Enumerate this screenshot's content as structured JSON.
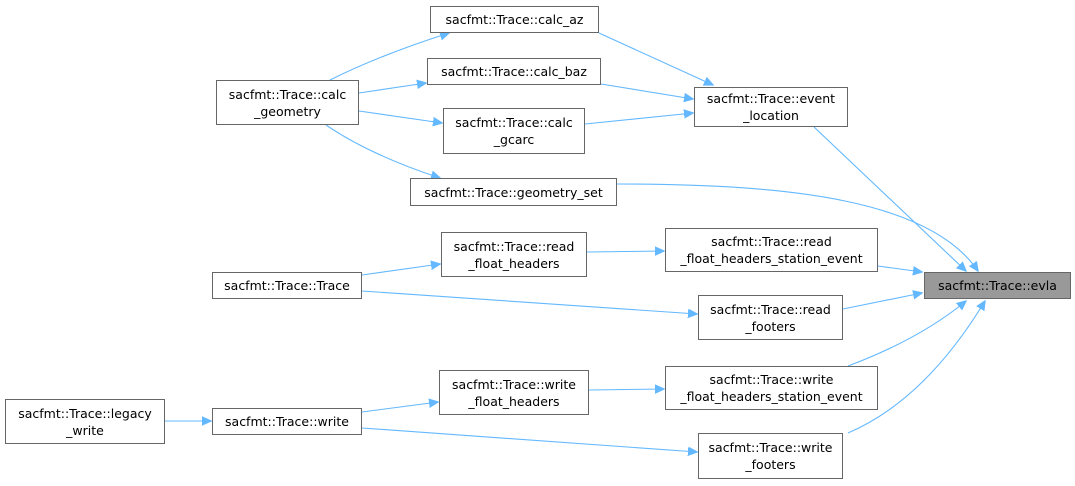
{
  "graph": {
    "nodes": {
      "evla": [
        "sacfmt::Trace::evla"
      ],
      "event_location": [
        "sacfmt::Trace::event",
        "_location"
      ],
      "calc_az": [
        "sacfmt::Trace::calc_az"
      ],
      "calc_baz": [
        "sacfmt::Trace::calc_baz"
      ],
      "calc_gcarc": [
        "sacfmt::Trace::calc",
        "_gcarc"
      ],
      "calc_geometry": [
        "sacfmt::Trace::calc",
        "_geometry"
      ],
      "geometry_set": [
        "sacfmt::Trace::geometry_set"
      ],
      "read_float_headers_station_event": [
        "sacfmt::Trace::read",
        "_float_headers_station_event"
      ],
      "read_float_headers": [
        "sacfmt::Trace::read",
        "_float_headers"
      ],
      "trace_ctor": [
        "sacfmt::Trace::Trace"
      ],
      "read_footers": [
        "sacfmt::Trace::read",
        "_footers"
      ],
      "write_float_headers_station_event": [
        "sacfmt::Trace::write",
        "_float_headers_station_event"
      ],
      "write_float_headers": [
        "sacfmt::Trace::write",
        "_float_headers"
      ],
      "write": [
        "sacfmt::Trace::write"
      ],
      "legacy_write": [
        "sacfmt::Trace::legacy",
        "_write"
      ],
      "write_footers": [
        "sacfmt::Trace::write",
        "_footers"
      ]
    },
    "edges": [
      {
        "from": "event_location",
        "to": "evla"
      },
      {
        "from": "geometry_set",
        "to": "evla"
      },
      {
        "from": "read_float_headers_station_event",
        "to": "evla"
      },
      {
        "from": "read_footers",
        "to": "evla"
      },
      {
        "from": "write_float_headers_station_event",
        "to": "evla"
      },
      {
        "from": "write_footers",
        "to": "evla"
      },
      {
        "from": "calc_az",
        "to": "event_location"
      },
      {
        "from": "calc_baz",
        "to": "event_location"
      },
      {
        "from": "calc_gcarc",
        "to": "event_location"
      },
      {
        "from": "calc_geometry",
        "to": "calc_az"
      },
      {
        "from": "calc_geometry",
        "to": "calc_baz"
      },
      {
        "from": "calc_geometry",
        "to": "calc_gcarc"
      },
      {
        "from": "calc_geometry",
        "to": "geometry_set"
      },
      {
        "from": "read_float_headers",
        "to": "read_float_headers_station_event"
      },
      {
        "from": "trace_ctor",
        "to": "read_float_headers"
      },
      {
        "from": "trace_ctor",
        "to": "read_footers"
      },
      {
        "from": "write_float_headers",
        "to": "write_float_headers_station_event"
      },
      {
        "from": "write",
        "to": "write_float_headers"
      },
      {
        "from": "write",
        "to": "write_footers"
      },
      {
        "from": "legacy_write",
        "to": "write"
      }
    ],
    "colors": {
      "edge": "#63b8ff",
      "node_border": "#666666",
      "root_fill": "#999999",
      "node_fill": "#ffffff"
    }
  }
}
